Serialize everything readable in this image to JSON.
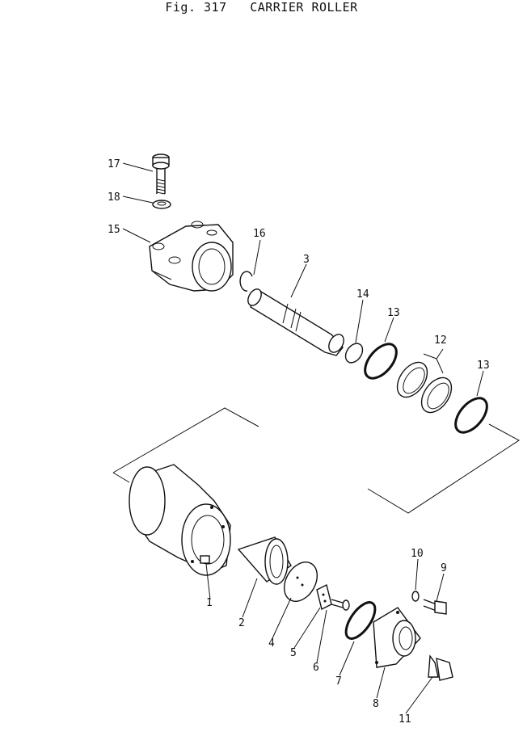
{
  "figure": {
    "title": "Fig. 317   CARRIER ROLLER"
  },
  "callouts": [
    {
      "id": "17",
      "label": "17"
    },
    {
      "id": "18",
      "label": "18"
    },
    {
      "id": "15",
      "label": "15"
    },
    {
      "id": "16",
      "label": "16"
    },
    {
      "id": "3",
      "label": "3"
    },
    {
      "id": "14",
      "label": "14"
    },
    {
      "id": "13a",
      "label": "13"
    },
    {
      "id": "12",
      "label": "12"
    },
    {
      "id": "13b",
      "label": "13"
    },
    {
      "id": "1",
      "label": "1"
    },
    {
      "id": "2",
      "label": "2"
    },
    {
      "id": "4",
      "label": "4"
    },
    {
      "id": "5",
      "label": "5"
    },
    {
      "id": "6",
      "label": "6"
    },
    {
      "id": "7",
      "label": "7"
    },
    {
      "id": "8",
      "label": "8"
    },
    {
      "id": "10",
      "label": "10"
    },
    {
      "id": "9",
      "label": "9"
    },
    {
      "id": "11",
      "label": "11"
    }
  ]
}
